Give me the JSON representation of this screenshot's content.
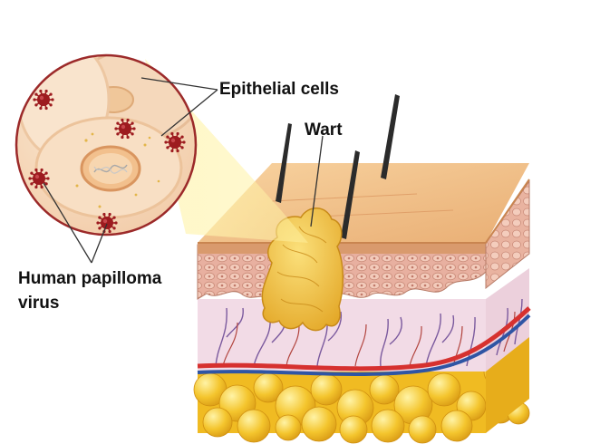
{
  "labels": {
    "epithelial_cells": "Epithelial cells",
    "wart": "Wart",
    "hpv_line1": "Human papilloma",
    "hpv_line2": "virus"
  },
  "colors": {
    "outline": "#9c2a2a",
    "virus": "#9d1b1f",
    "fat": "#f3c22a",
    "dermis": "#f0d6e2",
    "epidermis": "#eab59f",
    "skin_surface": "#f2c28d",
    "hair": "#2b2b2b",
    "wart": "#f6c64a",
    "artery": "#d6312f",
    "vein": "#2f55a4",
    "magnifier_beam": "#fbf1a8"
  },
  "icons": {
    "virus": "virus-icon",
    "hair": "hair-icon"
  }
}
